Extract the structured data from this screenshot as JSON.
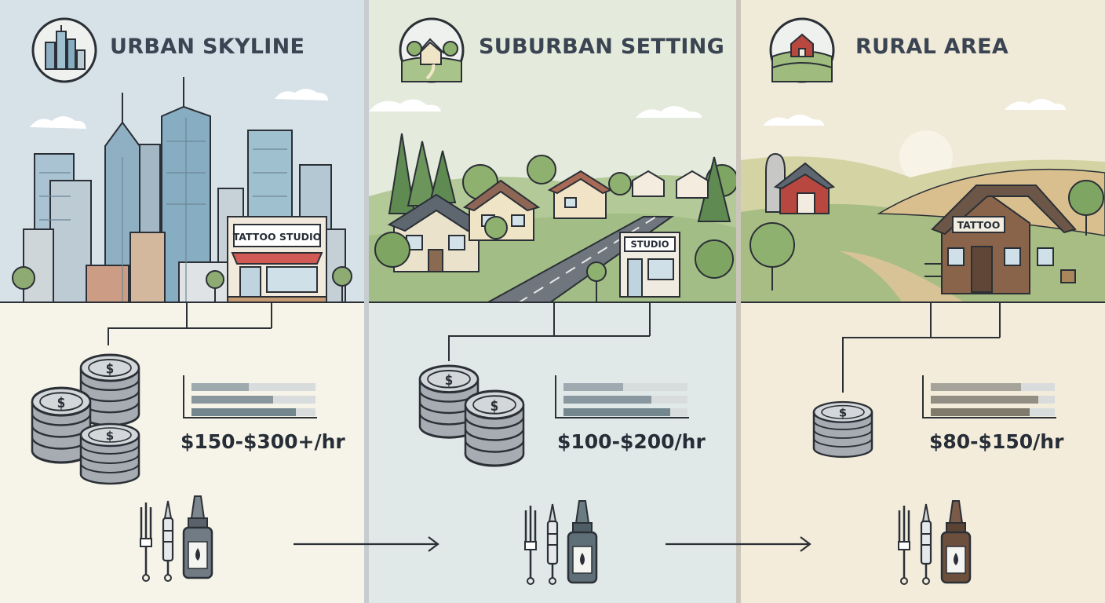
{
  "panels": [
    {
      "title": "URBAN SKYLINE",
      "sign": "TATTOO STUDIO",
      "rate": "$150-$300+/hr",
      "bar_levels": [
        0.46,
        0.66,
        0.84
      ],
      "colors": {
        "sky": "#dbe4ea",
        "lower": "#f6f3e8",
        "bar": "#6e8088"
      }
    },
    {
      "title": "SUBURBAN SETTING",
      "sign": "STUDIO",
      "rate": "$100-$200/hr",
      "bar_levels": [
        0.48,
        0.71,
        0.86
      ],
      "colors": {
        "sky": "#e6ecdf",
        "lower": "#e1e9e9",
        "bar": "#6e828a"
      }
    },
    {
      "title": "RURAL AREA",
      "sign": "TATTOO",
      "rate": "$80-$150/hr",
      "bar_levels": [
        0.73,
        0.87,
        0.8
      ],
      "colors": {
        "sky": "#f1ecdc",
        "lower": "#f3ecdc",
        "bar": "#7b7466"
      }
    }
  ]
}
